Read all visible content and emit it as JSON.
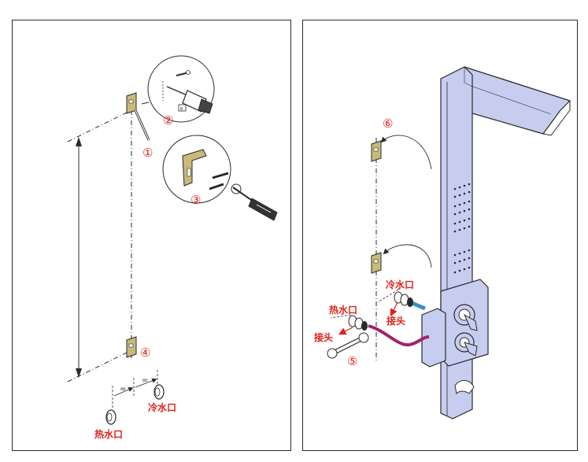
{
  "steps": {
    "s1": "①",
    "s2": "②",
    "s3": "③",
    "s4": "④",
    "s5": "⑤",
    "s6": "⑥"
  },
  "labels": {
    "equal_1": "=",
    "equal_2": "=",
    "cold_left": "冷水口",
    "hot_left": "热水口",
    "cold_right": "冷水口",
    "hot_right": "热水口",
    "joint_right": "接头",
    "joint_left": "接头"
  },
  "colors": {
    "outline": "#2a2a2a",
    "accent_red": "#e0221b",
    "bracket": "#c9b97a",
    "panel_blue": "#c7cdef",
    "hose": "#a0226a",
    "pipe_blue": "#3a8fc9"
  },
  "icons": [
    "drill-icon",
    "screwdriver-icon",
    "screw-icon",
    "wrench-icon",
    "bracket-icon",
    "shower-panel-icon"
  ]
}
